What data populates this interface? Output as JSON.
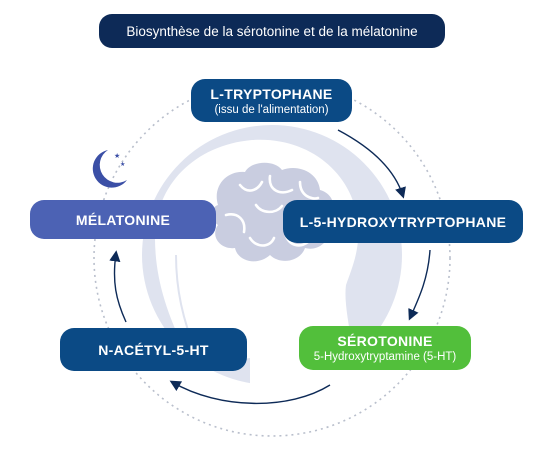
{
  "title": "Biosynthèse de la sérotonine et de la mélatonine",
  "nodes": {
    "tryptophane": {
      "label": "L-TRYPTOPHANE",
      "sub": "(issu de l'alimentation)"
    },
    "hydroxytryptophane": {
      "label": "L-5-HYDROXYTRYPTOPHANE"
    },
    "serotonine": {
      "label": "SÉROTONINE",
      "sub": "5-Hydroxytryptamine (5-HT)"
    },
    "n_acetyl": {
      "label": "N-ACÉTYL-5-HT"
    },
    "melatonine": {
      "label": "MÉLATONINE"
    }
  },
  "icons": {
    "night": "moon-stars-icon",
    "head": "head-profile-icon",
    "brain": "brain-icon"
  },
  "colors": {
    "title_bg": "#0d2a57",
    "node_dark": "#0b4a85",
    "node_green": "#52bf3b",
    "node_melatonin": "#4c62b4",
    "head_fill": "#dfe3ef",
    "brain_fill": "#c9cde0",
    "moon": "#3b4fa6"
  }
}
